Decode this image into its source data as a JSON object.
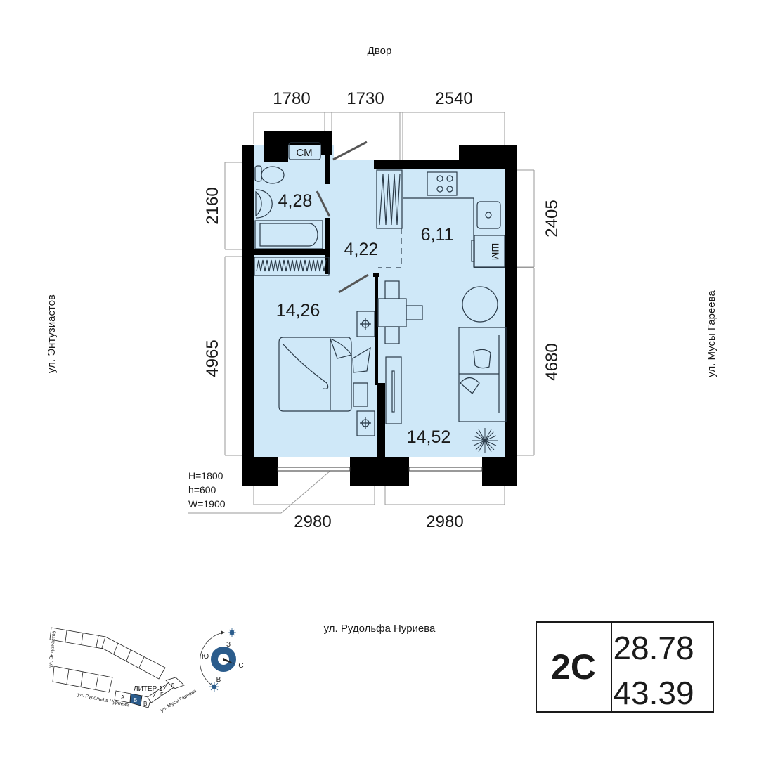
{
  "plan": {
    "yard_label": "Двор",
    "street_left": "ул. Энтузиастов",
    "street_right": "ул. Мусы Гареева",
    "street_bottom": "ул. Рудольфа Нуриева",
    "dimensions": {
      "top": [
        "1780",
        "1730",
        "2540"
      ],
      "left": [
        "2160",
        "4965"
      ],
      "right": [
        "2405",
        "4680"
      ],
      "bottom": [
        "2980",
        "2980"
      ]
    },
    "rooms": {
      "bathroom": "4,28",
      "hall": "4,22",
      "kitchen": "6,11",
      "bedroom": "14,26",
      "living": "14,52"
    },
    "appliances": {
      "washer_bath": "СМ",
      "washer_kitchen": "ШМ"
    },
    "window_note": [
      "H=1800",
      "h=600",
      "W=1900"
    ]
  },
  "site_map": {
    "building_label": "ЛИТЕР 1",
    "sections": [
      "А",
      "Б",
      "В",
      "Г",
      "Д"
    ],
    "selected_section": "Б",
    "street_a": "ул. Энтузиастов",
    "street_b": "ул. Рудольфа Нуриева",
    "street_c": "ул. Мусы Гареева"
  },
  "compass": {
    "labels": {
      "n": "З",
      "w": "Ю",
      "e": "С",
      "s": "В"
    }
  },
  "summary": {
    "type": "2С",
    "living_area": "28.78",
    "total_area": "43.39"
  },
  "colors": {
    "floor": "#cfe8f8",
    "accent": "#2b5c8c",
    "wall": "#000000"
  }
}
